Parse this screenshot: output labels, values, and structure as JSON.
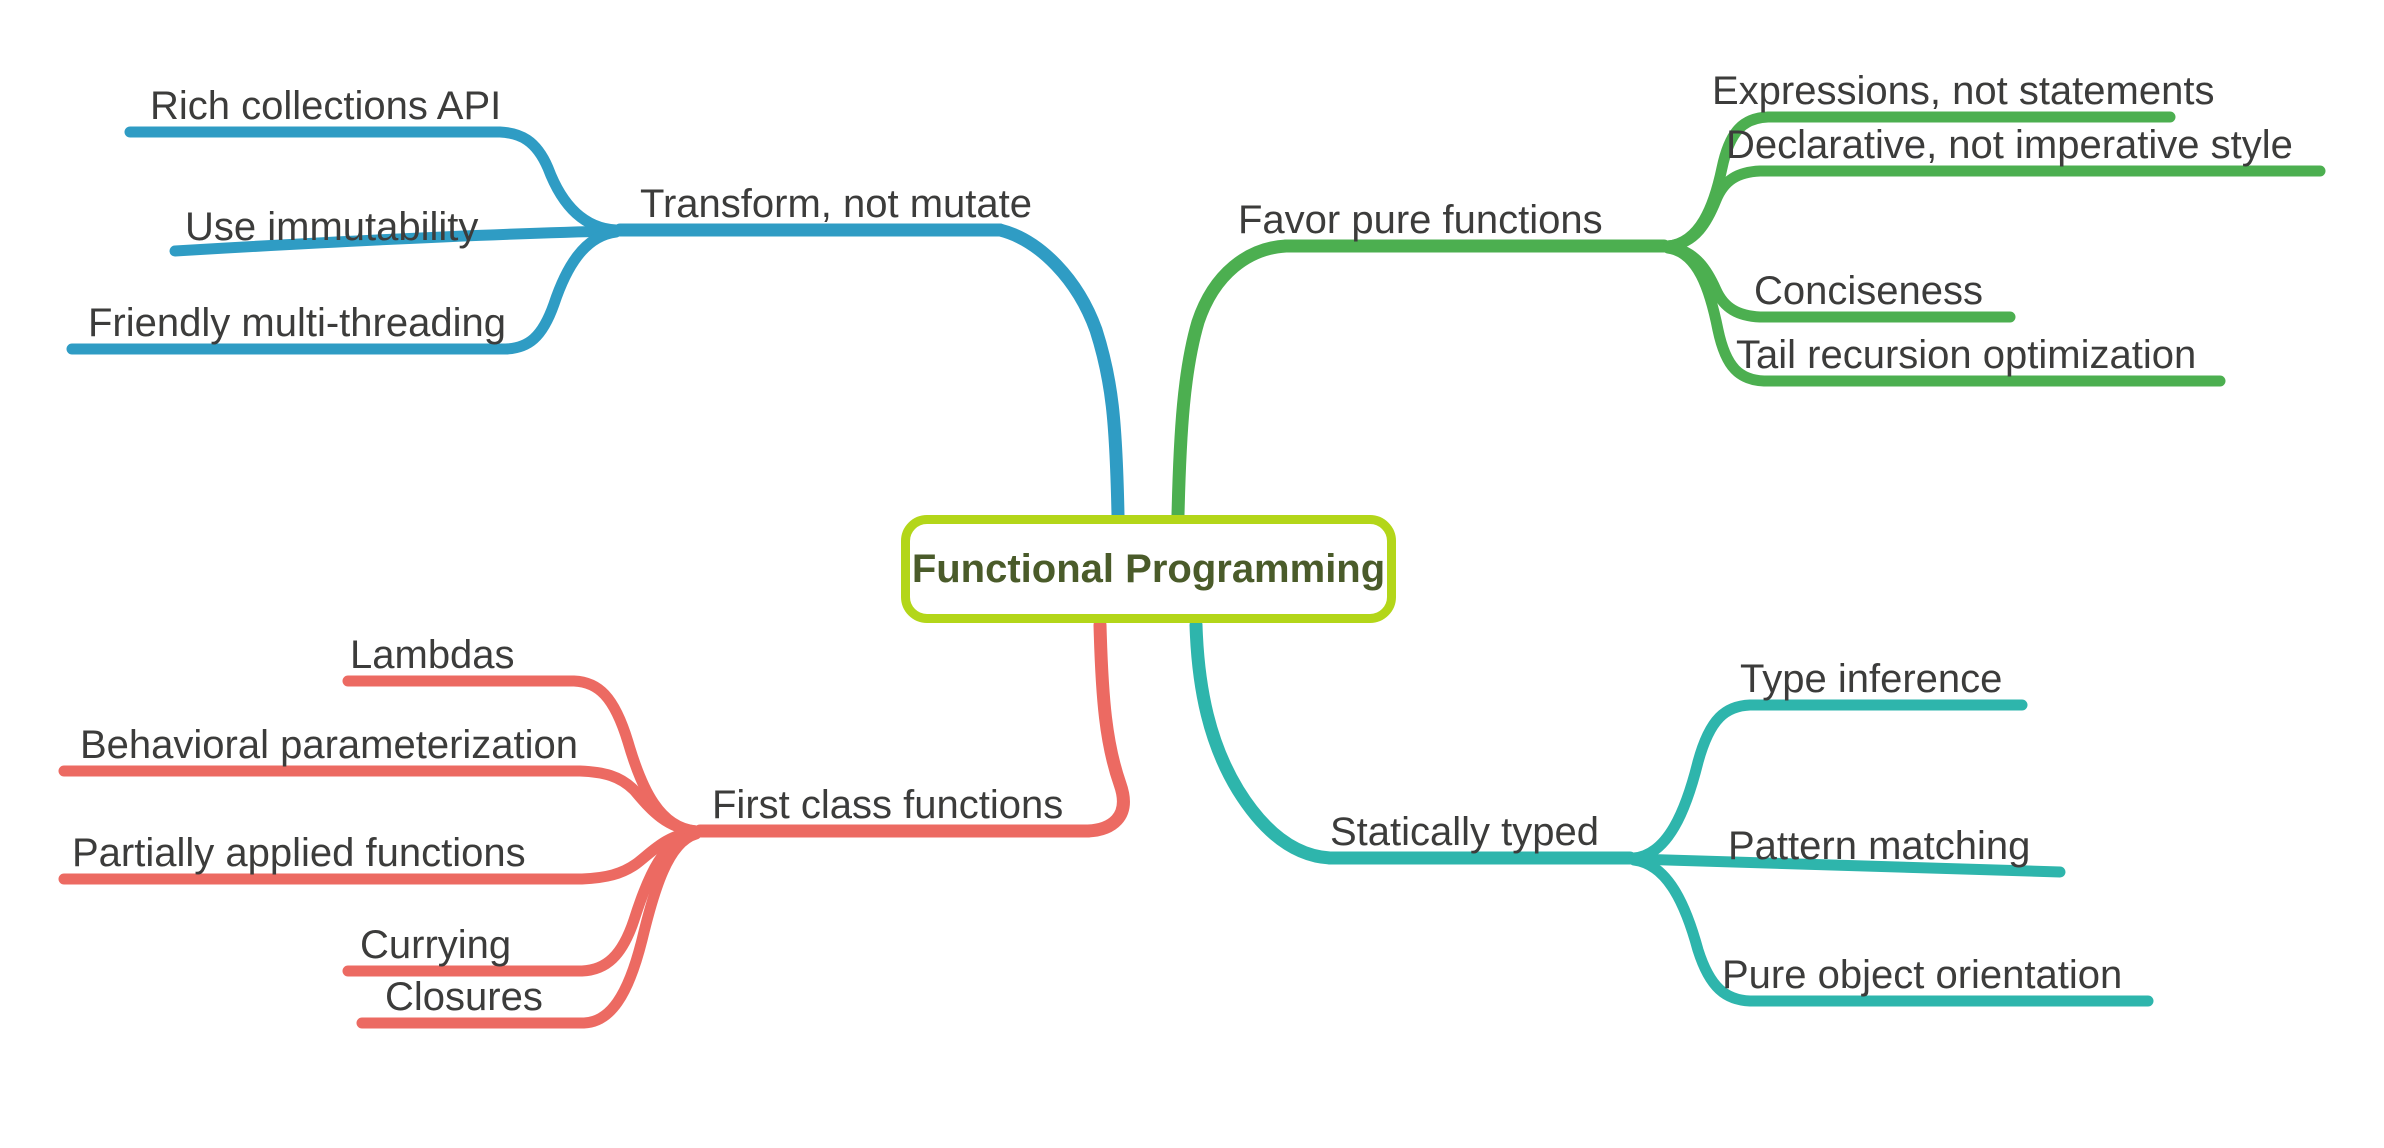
{
  "diagram": {
    "type": "mind-map",
    "background_color": "#ffffff",
    "text_color": "#3c3c3b",
    "center": {
      "label": "Functional Programming",
      "border_color": "#b3d619",
      "text_color": "#4a5b2a",
      "fill_color": "#ffffff"
    },
    "branches": [
      {
        "id": "transform-not-mutate",
        "label": "Transform, not mutate",
        "color": "#2f9cc4",
        "position": "top-left",
        "children": [
          {
            "label": "Rich collections API"
          },
          {
            "label": "Use immutability"
          },
          {
            "label": "Friendly multi-threading"
          }
        ]
      },
      {
        "id": "favor-pure-functions",
        "label": "Favor pure functions",
        "color": "#4caf50",
        "position": "top-right",
        "children": [
          {
            "label": "Expressions, not statements"
          },
          {
            "label": "Declarative, not imperative style"
          },
          {
            "label": "Conciseness"
          },
          {
            "label": "Tail recursion optimization"
          }
        ]
      },
      {
        "id": "first-class-functions",
        "label": "First class functions",
        "color": "#ec6a62",
        "position": "bottom-left",
        "children": [
          {
            "label": "Lambdas"
          },
          {
            "label": "Behavioral parameterization"
          },
          {
            "label": "Partially applied functions"
          },
          {
            "label": "Currying"
          },
          {
            "label": "Closures"
          }
        ]
      },
      {
        "id": "statically-typed",
        "label": "Statically typed",
        "color": "#2eb5ac",
        "position": "bottom-right",
        "children": [
          {
            "label": "Type inference"
          },
          {
            "label": "Pattern matching"
          },
          {
            "label": "Pure object orientation"
          }
        ]
      }
    ]
  }
}
